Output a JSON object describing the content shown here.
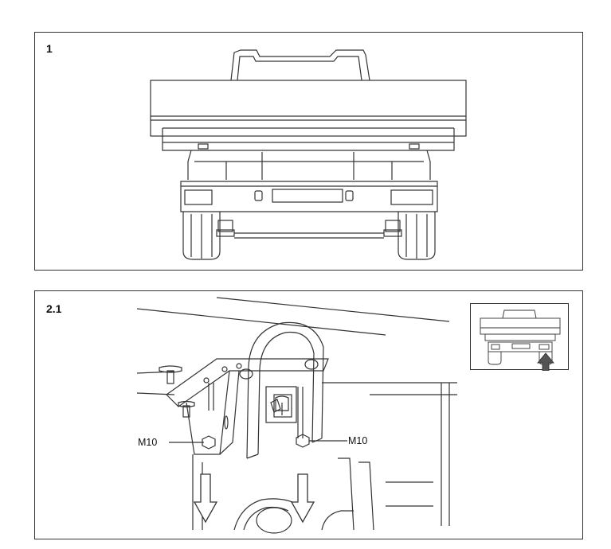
{
  "panel1": {
    "step_label": "1"
  },
  "panel2": {
    "step_label": "2.1",
    "callout_left": "M10",
    "callout_right": "M10"
  },
  "colors": {
    "line": "#333333",
    "fill_dark": "#555555",
    "background": "#ffffff"
  }
}
